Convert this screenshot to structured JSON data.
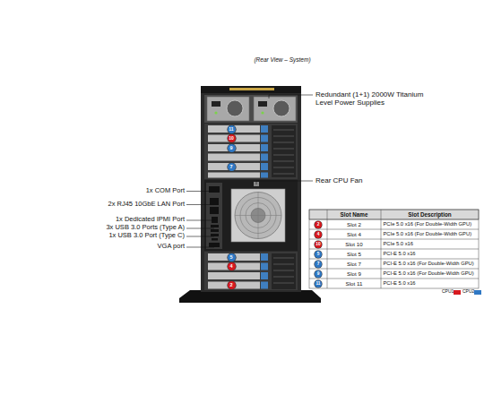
{
  "diagram": {
    "title": "(Rear View – System)",
    "labels": [
      "Redundant (1+1) 2000W Titanium Level Power Supplies",
      "Rear CPU Fan",
      "1x COM Port",
      "2x RJ45 10GbE LAN Port",
      "1x Dedicated IPMI Port",
      "3x USB 3.0 Ports (Type A)",
      "1x USB 3.0 Port (Type C)",
      "VGA port",
      "11",
      "10",
      "9",
      "7",
      "5",
      "4",
      "2",
      "Slot Name",
      "Slot Description",
      "2",
      "Slot 2",
      "PCIe 5.0 x16 (For Double-Width GPU)",
      "4",
      "Slot 4",
      "PCIe 5.0 x16 (For Double-Width GPU)",
      "10",
      "Slot 10",
      "PCIe 5.0 x16",
      "5",
      "Slot 5",
      "PCI-E 5.0 x16",
      "7",
      "Slot 7",
      "PCI-E 5.0 x16 (For Double-Width GPU)",
      "9",
      "Slot 9",
      "PCI-E 5.0 x16 (For Double-Width GPU)",
      "11",
      "Slot 11",
      "PCI-E 5.0 x16"
    ],
    "legend": [
      {
        "text": "CPU1",
        "color": "#d7191f"
      },
      {
        "text": "CPU2",
        "color": "#2f78c4"
      }
    ]
  }
}
